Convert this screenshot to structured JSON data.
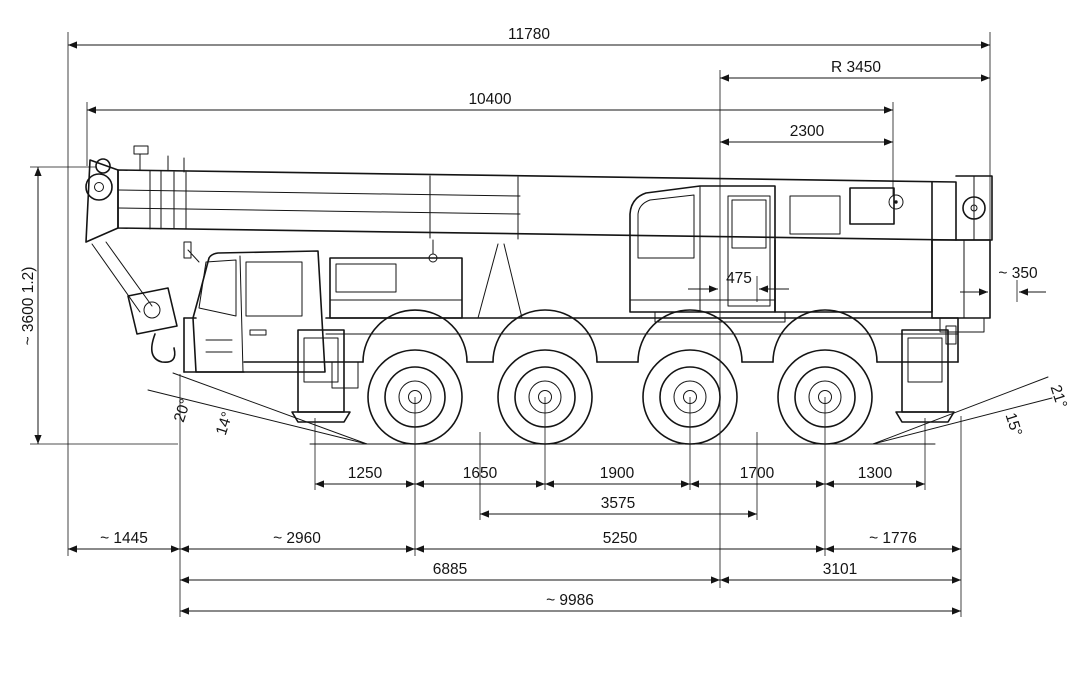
{
  "page": {
    "background": "#ffffff",
    "line_color": "#141414"
  },
  "diagram": {
    "kind": "dimension-drawing",
    "subject": "4-axle mobile telescopic crane, side elevation, dimensions in mm",
    "dims": {
      "overall_length": "11780",
      "tail_radius": "R 3450",
      "boom_length": "10400",
      "d2300": "2300",
      "height": "~ 3600 1.2)",
      "d475": "475",
      "d350": "~ 350",
      "angle_front_outer": "20°",
      "angle_front_inner": "14°",
      "angle_rear_outer": "21°",
      "angle_rear_inner": "15°",
      "spacing_1": "1250",
      "spacing_2": "1650",
      "spacing_3": "1900",
      "spacing_4": "1700",
      "spacing_5": "1300",
      "bogie_span": "3575",
      "front_overhang": "~ 1445",
      "d2960": "~ 2960",
      "wheelbase": "5250",
      "rear_overhang": "~ 1776",
      "d6885": "6885",
      "d3101": "3101",
      "carrier_length": "~ 9986"
    }
  }
}
